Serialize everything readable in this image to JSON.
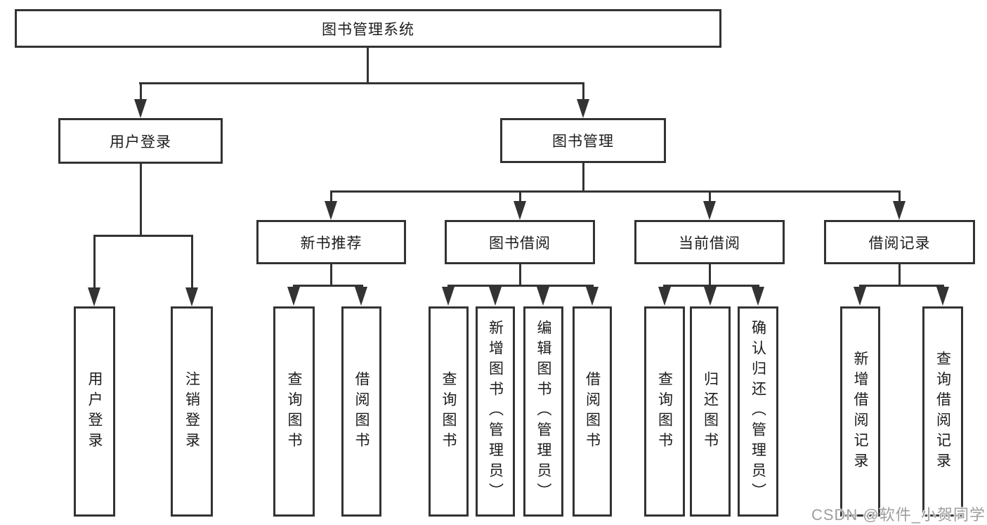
{
  "watermark": "CSDN @软件_小贺同学",
  "colors": {
    "line": "#333333",
    "text": "#1c1c1c",
    "background": "#ffffff",
    "watermark": "#9e9e9e"
  },
  "tree": {
    "root": {
      "label": "图书管理系统",
      "children": [
        {
          "label": "用户登录",
          "children": [
            {
              "label": "用户登录"
            },
            {
              "label": "注销登录"
            }
          ]
        },
        {
          "label": "图书管理",
          "children": [
            {
              "label": "新书推荐",
              "children": [
                {
                  "label": "查询图书"
                },
                {
                  "label": "借阅图书"
                }
              ]
            },
            {
              "label": "图书借阅",
              "children": [
                {
                  "label": "查询图书"
                },
                {
                  "label": "新增图书（管理员）"
                },
                {
                  "label": "编辑图书（管理员）"
                },
                {
                  "label": "借阅图书"
                }
              ]
            },
            {
              "label": "当前借阅",
              "children": [
                {
                  "label": "查询图书"
                },
                {
                  "label": "归还图书"
                },
                {
                  "label": "确认归还（管理员）"
                }
              ]
            },
            {
              "label": "借阅记录",
              "children": [
                {
                  "label": "新增借阅记录"
                },
                {
                  "label": "查询借阅记录"
                }
              ]
            }
          ]
        }
      ]
    }
  }
}
